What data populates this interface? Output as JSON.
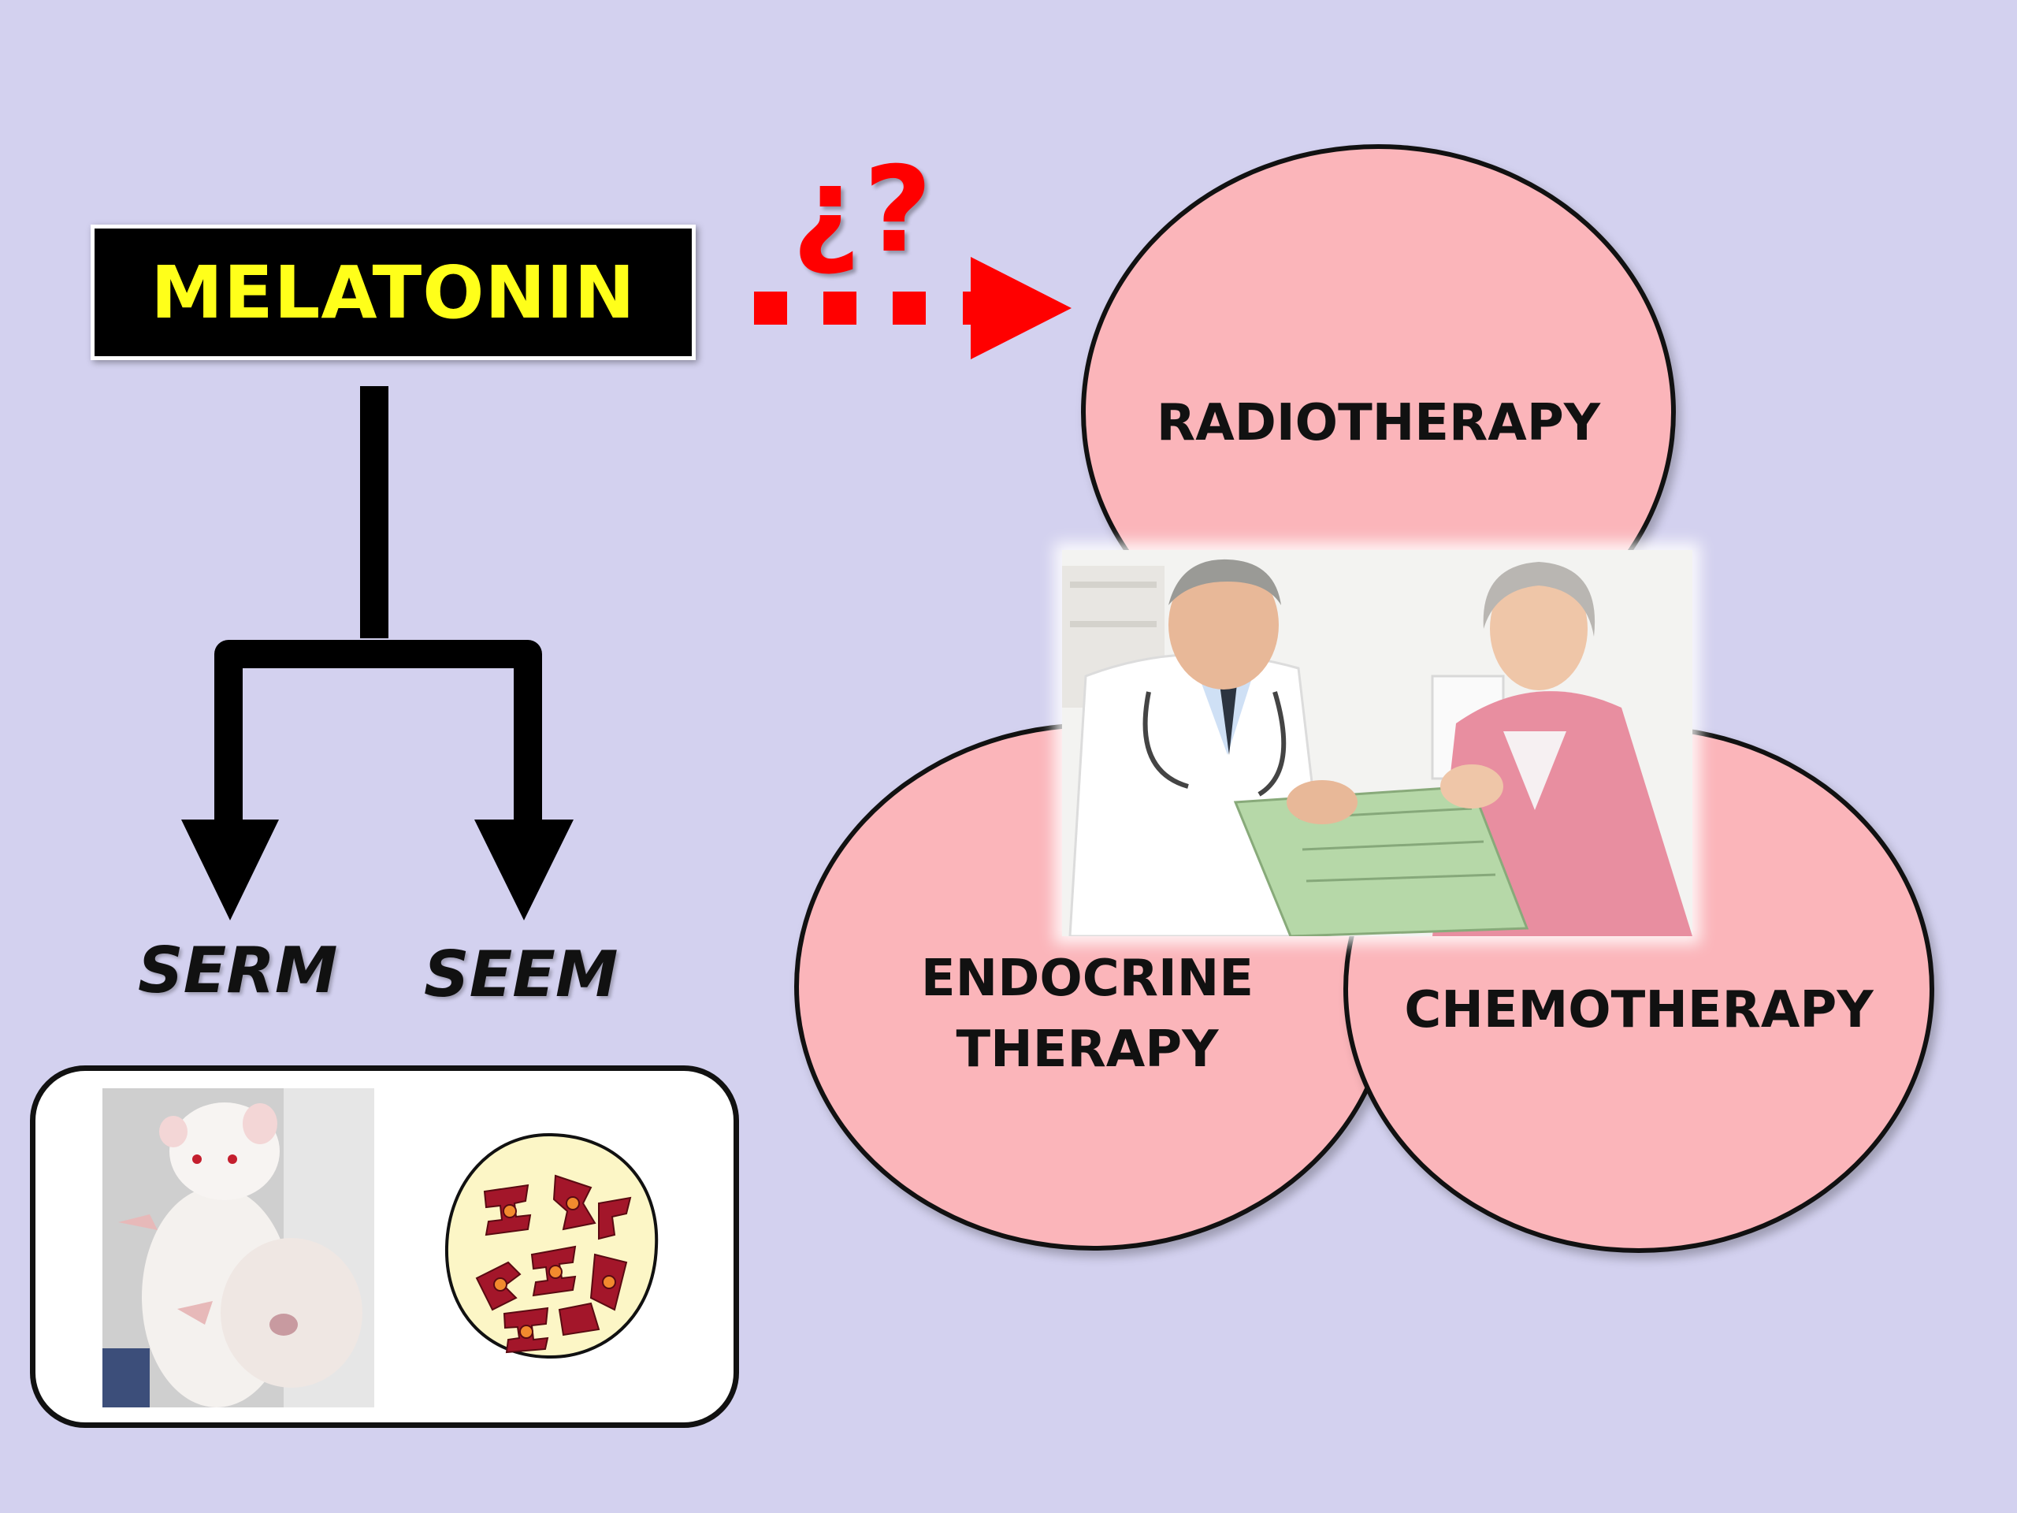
{
  "melatonin": {
    "label": "MELATONIN"
  },
  "question_mark": "¿?",
  "branches": {
    "left": "SERM",
    "right": "SEEM"
  },
  "therapies": {
    "top": "RADIOTHERAPY",
    "left_line1": "ENDOCRINE",
    "left_line2": "THERAPY",
    "right": "CHEMOTHERAPY"
  },
  "colors": {
    "background": "#d3d1ef",
    "circle_fill": "#fbb5ba",
    "melatonin_text": "#ffff1a",
    "dashed_arrow": "#ff0000"
  },
  "icons": [
    "rat-photo",
    "cell-culture-icon",
    "doctor-patient-photo"
  ]
}
